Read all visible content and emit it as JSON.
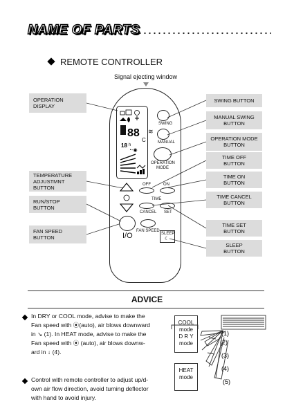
{
  "header": {
    "title": "NAME OF PARTS"
  },
  "section": {
    "title": "REMOTE CONTROLLER"
  },
  "signal_window": "Signal ejecting window",
  "labels_left": {
    "operation_display": "OPERATION\nDISPLAY",
    "temperature_adjustment": "TEMPERATURE\nADJUSTMNT\nBUTTON",
    "run_stop": "RUN/STOP\nBUTTON",
    "fan_speed": "FAN SPEED\nBUTTON"
  },
  "labels_right": {
    "swing": "SWING BUTTON",
    "manual_swing": "MANUAL SWING\nBUTTON",
    "operation_mode": "OPERATION MODE\nBUTTON",
    "time_off": "TIME OFF\nBUTTON",
    "time_on": "TIME ON\nBUTTON",
    "time_cancel": "TIME CANCEL\nBUTTON",
    "time_set": "TIME SET\nBUTTON",
    "sleep": "SLEEP\nBUTTON"
  },
  "remote": {
    "swing": "SWING",
    "manual": "MANUAL",
    "operation_mode_line1": "OPERATION",
    "operation_mode_line2": "MODE",
    "off": "OFF",
    "on": "ON",
    "time": "TIME",
    "cancel": "CANCEL",
    "set": "SET",
    "fan_speed": "FAN SPEED",
    "sleep": "SLEEP",
    "power": "I/O",
    "lcd_temp": "88",
    "lcd_unit": "C",
    "lcd_hours": "18",
    "lcd_h": "h"
  },
  "advice": {
    "title": "ADVICE",
    "para1_lines": [
      "In DRY or  COOL mode, advise  to make  the",
      "Fan speed  with ⦿(auto),  air  blows downward",
      "in  ↘ (1).  In  HEAT mode, advise to make the",
      "Fan speed  with  ⦿  (auto),  air  blows  downw-",
      "ard in  ↓  (4)."
    ],
    "para2_lines": [
      "Control with remote controller  to adjust up/d-",
      "own air flow direction, avoid turning deflector",
      "with hand to avoid injury."
    ]
  },
  "diagram": {
    "cool": "COOL\nmode",
    "dry": "D R Y\nmode",
    "heat": "HEAT\nmode",
    "positions": [
      "(1)",
      "(2)",
      "(3)",
      "(4)",
      "(5)"
    ]
  }
}
